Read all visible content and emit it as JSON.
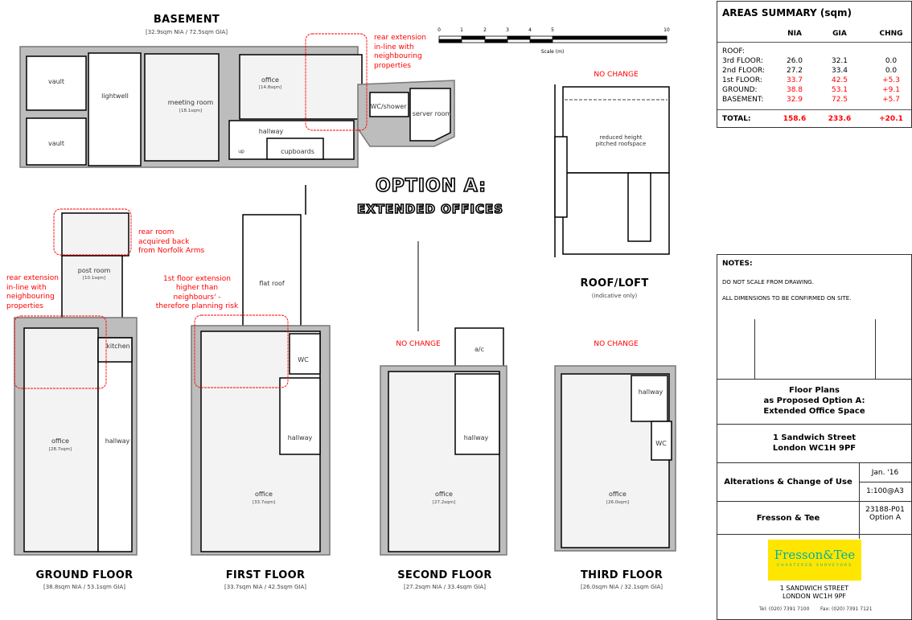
{
  "option_title": {
    "line1": "OPTION A:",
    "line2": "EXTENDED OFFICES"
  },
  "scale_bar": {
    "ticks": [
      "0",
      "1",
      "2",
      "3",
      "4",
      "5",
      "10"
    ],
    "label": "Scale (m)"
  },
  "basement": {
    "title": "BASEMENT",
    "subtitle": "[32.9sqm NIA / 72.5sqm GIA]",
    "rooms": {
      "vault1": "vault",
      "vault2": "vault",
      "lightwell": "lightwell",
      "meeting_room": "meeting room",
      "meeting_room_area": "[18.1sqm]",
      "office": "office",
      "office_area": "[14.8sqm]",
      "hallway": "hallway",
      "cupboards": "cupboards",
      "up": "up",
      "wc_shower": "WC/shower",
      "server_room": "server room"
    },
    "annotation": [
      "rear extension",
      "in-line with",
      "neighbouring",
      "properties"
    ]
  },
  "ground_floor": {
    "title": "GROUND FLOOR",
    "subtitle": "[38.8sqm NIA / 53.1sqm GIA]",
    "rooms": {
      "post_room": "post room",
      "post_room_area": "[10.1sqm]",
      "kitchen": "kitchen",
      "office": "office",
      "office_area": "[28.7sqm]",
      "hallway": "hallway"
    },
    "annotation_rear_room": [
      "rear room",
      "acquired back",
      "from  Norfolk Arms"
    ],
    "annotation_extension": [
      "rear extension",
      "in-line with",
      "neighbouring",
      "properties"
    ]
  },
  "first_floor": {
    "title": "FIRST FLOOR",
    "subtitle": "[33.7sqm NIA / 42.5sqm GIA]",
    "rooms": {
      "flat_roof": "flat roof",
      "wc": "WC",
      "hallway": "hallway",
      "office": "office",
      "office_area": "[33.7sqm]"
    },
    "annotation": [
      "1st floor extension",
      "higher than",
      "neighbours' -",
      "therefore planning risk"
    ]
  },
  "second_floor": {
    "title": "SECOND FLOOR",
    "subtitle": "[27.2sqm NIA / 33.4sqm GIA]",
    "status": "NO CHANGE",
    "rooms": {
      "ac": "a/c",
      "hallway": "hallway",
      "office": "office",
      "office_area": "[27.2sqm]"
    }
  },
  "third_floor": {
    "title": "THIRD FLOOR",
    "subtitle": "[26.0sqm NIA / 32.1sqm GIA]",
    "status": "NO CHANGE",
    "rooms": {
      "hallway": "hallway",
      "wc": "WC",
      "office": "office",
      "office_area": "[26.0sqm]"
    }
  },
  "roof": {
    "title": "ROOF/LOFT",
    "subtitle": "(indicative only)",
    "status": "NO CHANGE",
    "label": [
      "reduced height",
      "pitched roofspace"
    ]
  },
  "areas_summary": {
    "title": "AREAS SUMMARY (sqm)",
    "columns": [
      "NIA",
      "GIA",
      "CHNG"
    ],
    "rows": [
      {
        "label": "ROOF:",
        "nia": "",
        "gia": "",
        "chng": "",
        "changed": false
      },
      {
        "label": "3rd FLOOR:",
        "nia": "26.0",
        "gia": "32.1",
        "chng": "0.0",
        "changed": false
      },
      {
        "label": "2nd FLOOR:",
        "nia": "27.2",
        "gia": "33.4",
        "chng": "0.0",
        "changed": false
      },
      {
        "label": "1st FLOOR:",
        "nia": "33.7",
        "gia": "42.5",
        "chng": "+5.3",
        "changed": true
      },
      {
        "label": "GROUND:",
        "nia": "38.8",
        "gia": "53.1",
        "chng": "+9.1",
        "changed": true
      },
      {
        "label": "BASEMENT:",
        "nia": "32.9",
        "gia": "72.5",
        "chng": "+5.7",
        "changed": true
      }
    ],
    "total": {
      "label": "TOTAL:",
      "nia": "158.6",
      "gia": "233.6",
      "chng": "+20.1"
    },
    "change_color": "#ff0000"
  },
  "notes": {
    "title": "NOTES:",
    "lines": [
      "DO NOT SCALE FROM DRAWING.",
      "ALL DIMENSIONS TO BE CONFIRMED ON SITE."
    ]
  },
  "title_block": {
    "drawing_title": [
      "Floor Plans",
      "as Proposed Option A:",
      "Extended Office Space"
    ],
    "address": [
      "1 Sandwich Street",
      "London WC1H 9PF"
    ],
    "project": "Alterations & Change of Use",
    "date": "Jan. '16",
    "scale": "1:100@A3",
    "client": "Fresson & Tee",
    "drawing_no": [
      "23188-P01",
      "Option A"
    ],
    "logo": {
      "name": "Fresson&Tee",
      "tagline": "CHARTERED SURVEYORS",
      "bg": "#ffe600",
      "fg": "#00b0a0"
    },
    "company_address": [
      "1 SANDWICH STREET",
      "LONDON WC1H 9PF"
    ],
    "tel": "Tel: (020) 7391 7100",
    "fax": "Fax: (020) 7391 7121"
  }
}
